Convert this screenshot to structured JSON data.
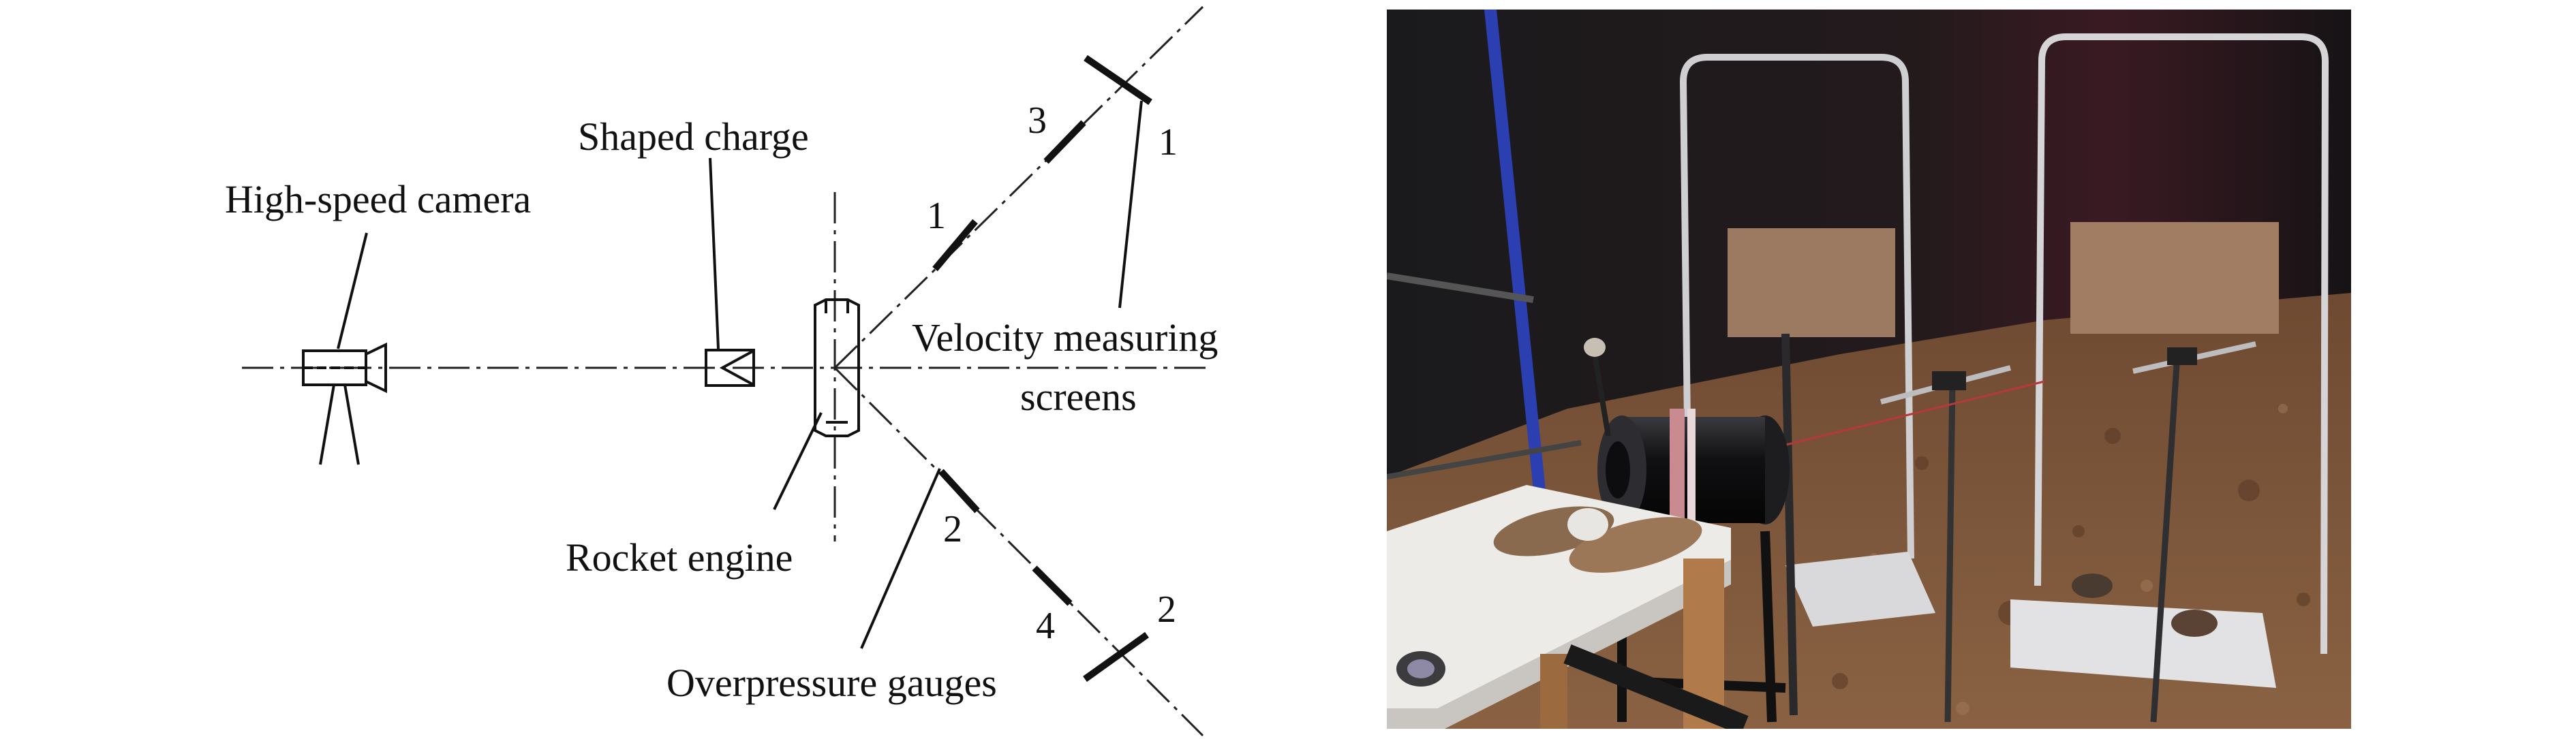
{
  "diagram": {
    "labels": {
      "camera": "High-speed camera",
      "charge": "Shaped charge",
      "screens_line1": "Velocity measuring",
      "screens_line2": "screens",
      "engine": "Rocket engine",
      "gauges": "Overpressure gauges"
    },
    "numbers": {
      "screen_upper": "1",
      "screen_lower": "2",
      "gauge_1": "1",
      "gauge_2": "2",
      "gauge_3": "3",
      "gauge_4": "4"
    }
  },
  "photo": {
    "description_icon": "test-site-photo"
  }
}
